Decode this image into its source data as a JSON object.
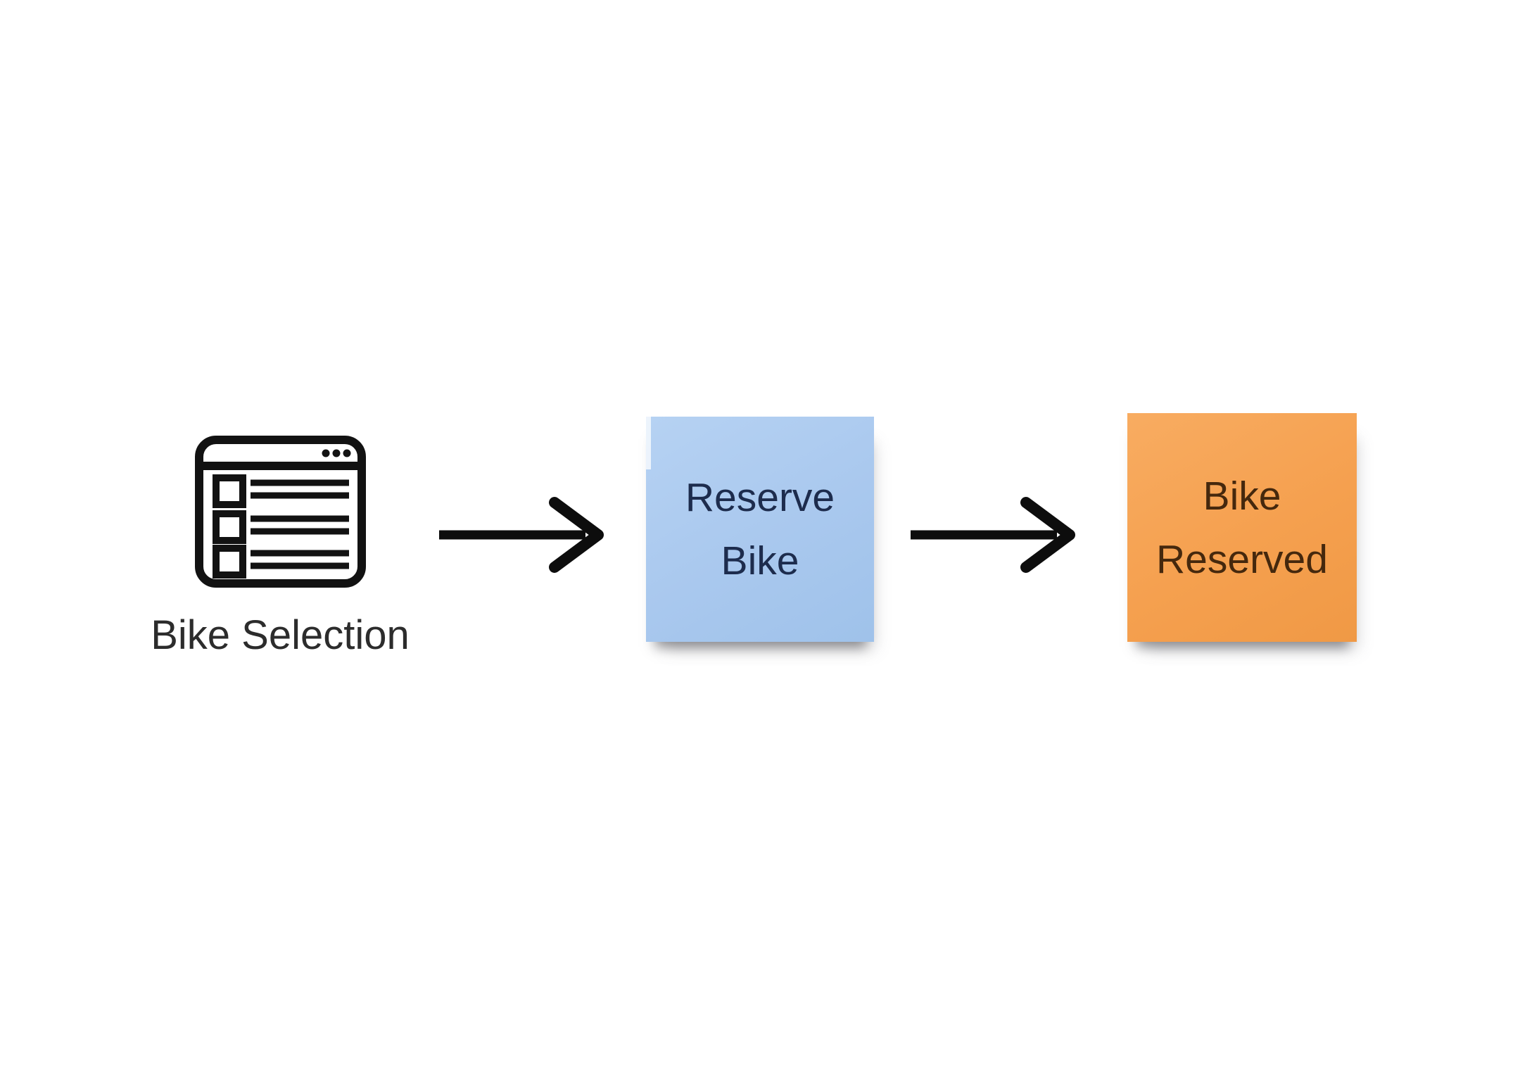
{
  "diagram": {
    "type": "flow",
    "background_color": "#ffffff",
    "arrow_color": "#0d0d0d",
    "source": {
      "label": "Bike Selection",
      "icon": "list-browser-icon",
      "icon_color": "#121212",
      "label_color": "#2c2c2c"
    },
    "process_note": {
      "label": "Reserve Bike",
      "line1": "Reserve",
      "line2": "Bike",
      "note_color": "#a9c8ee",
      "text_color": "#1d2c4d"
    },
    "event_note": {
      "label": "Bike Reserved",
      "line1": "Bike",
      "line2": "Reserved",
      "note_color": "#f5a04f",
      "text_color": "#45280d"
    },
    "connectors": [
      {
        "from": "Bike Selection",
        "to": "Reserve Bike",
        "style": "straight-arrow-right"
      },
      {
        "from": "Reserve Bike",
        "to": "Bike Reserved",
        "style": "straight-arrow-right"
      }
    ]
  }
}
